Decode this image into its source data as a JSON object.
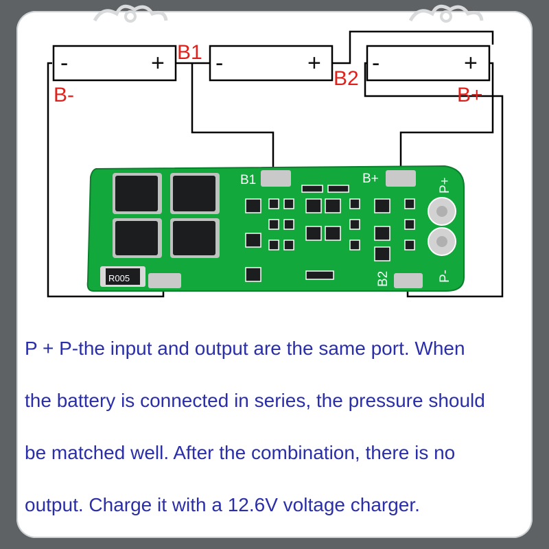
{
  "diagram": {
    "cells": [
      {
        "neg": "-",
        "pos": "+"
      },
      {
        "neg": "-",
        "pos": "+"
      },
      {
        "neg": "-",
        "pos": "+"
      }
    ],
    "labels": {
      "b_minus": "B-",
      "b1": "B1",
      "b2": "B2",
      "b_plus": "B+"
    },
    "board": {
      "pad_b1": "B1",
      "pad_bplus": "B+",
      "pad_b2": "B2",
      "pad_pplus": "P+",
      "pad_pminus": "P-",
      "resistor_code": "R005"
    },
    "colors": {
      "pcb": "#12a83c",
      "wire": "#000000",
      "label": "#e0201b",
      "pad": "#c9c9c9"
    }
  },
  "description": {
    "lines": [
      "P + P-the input and output are the same port. When",
      "the battery is connected in series, the pressure should",
      "be matched well. After the combination, there is no",
      "output. Charge it with a 12.6V voltage charger."
    ],
    "color": "#2a2ea8"
  }
}
